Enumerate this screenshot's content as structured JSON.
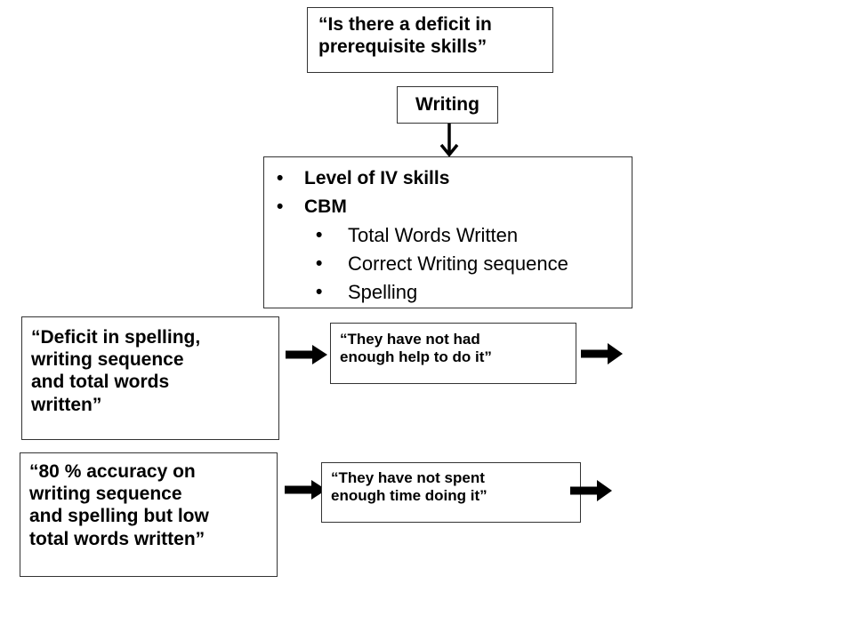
{
  "question": {
    "text": "“Is there a deficit in\nprerequisite skills”"
  },
  "writing_box": {
    "label": "Writing"
  },
  "assessment": {
    "items": [
      {
        "text": "Level of IV skills"
      },
      {
        "text": "CBM"
      }
    ],
    "cbm_subitems": [
      {
        "text": "Total Words Written"
      },
      {
        "text": "Correct Writing sequence"
      },
      {
        "text": "Spelling"
      }
    ],
    "bullet": "•"
  },
  "hypotheses": [
    {
      "finding": "“Deficit in spelling,\nwriting sequence\nand total words\nwritten”",
      "reason": "“They have not had\nenough help to do it”"
    },
    {
      "finding": "“80 % accuracy on\nwriting sequence\nand spelling but low\ntotal words written”",
      "reason": "“They have not spent\nenough time doing it”"
    }
  ],
  "colors": {
    "border": "#333333",
    "arrow": "#000000",
    "background": "#ffffff"
  }
}
